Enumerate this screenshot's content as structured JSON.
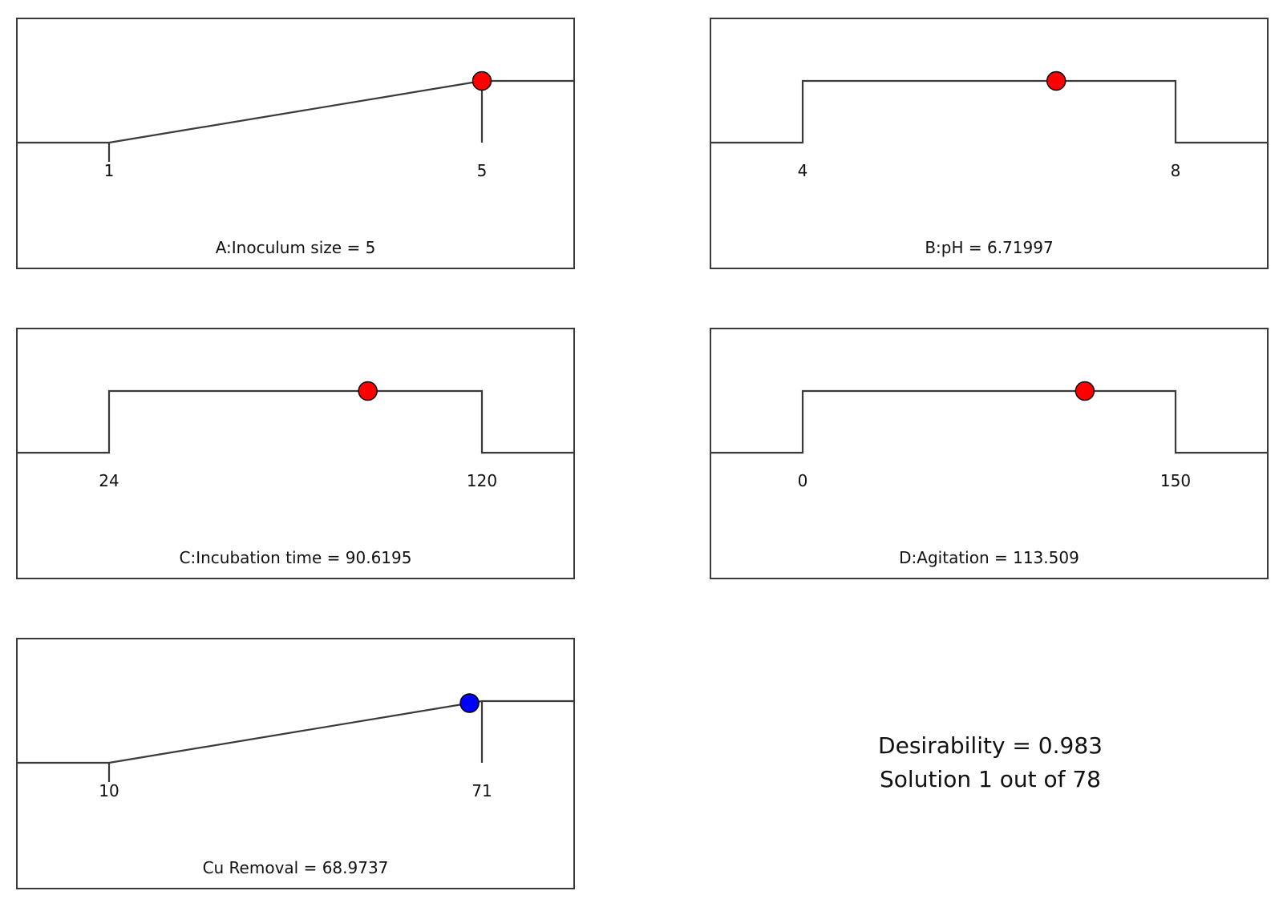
{
  "chart_data": {
    "type": "ramp",
    "panels": [
      {
        "id": "inoculum-size",
        "label": "A:Inoculum size = 5",
        "shape": "ramp",
        "low": 1,
        "high": 5,
        "low_label": "1",
        "high_label": "5",
        "value": 5,
        "marker": "red"
      },
      {
        "id": "ph",
        "label": "B:pH = 6.71997",
        "shape": "step",
        "low": 4,
        "high": 8,
        "low_label": "4",
        "high_label": "8",
        "value": 6.71997,
        "marker": "red"
      },
      {
        "id": "incubation-time",
        "label": "C:Incubation time = 90.6195",
        "shape": "step",
        "low": 24,
        "high": 120,
        "low_label": "24",
        "high_label": "120",
        "value": 90.6195,
        "marker": "red"
      },
      {
        "id": "agitation",
        "label": "D:Agitation = 113.509",
        "shape": "step",
        "low": 0,
        "high": 150,
        "low_label": "0",
        "high_label": "150",
        "value": 113.509,
        "marker": "red"
      },
      {
        "id": "cu-removal",
        "label": "Cu Removal = 68.9737",
        "shape": "ramp",
        "low": 10,
        "high": 71,
        "low_label": "10",
        "high_label": "71",
        "value": 68.9737,
        "marker": "blue"
      }
    ],
    "summary": {
      "desirability": "Desirability = 0.983",
      "solution": "Solution 1 out of 78"
    }
  },
  "colors": {
    "frame": "#3a3a3a",
    "line": "#3a3a3a",
    "factor_marker": "#ff0000",
    "response_marker": "#0000ff",
    "marker_outline": "#000000"
  }
}
